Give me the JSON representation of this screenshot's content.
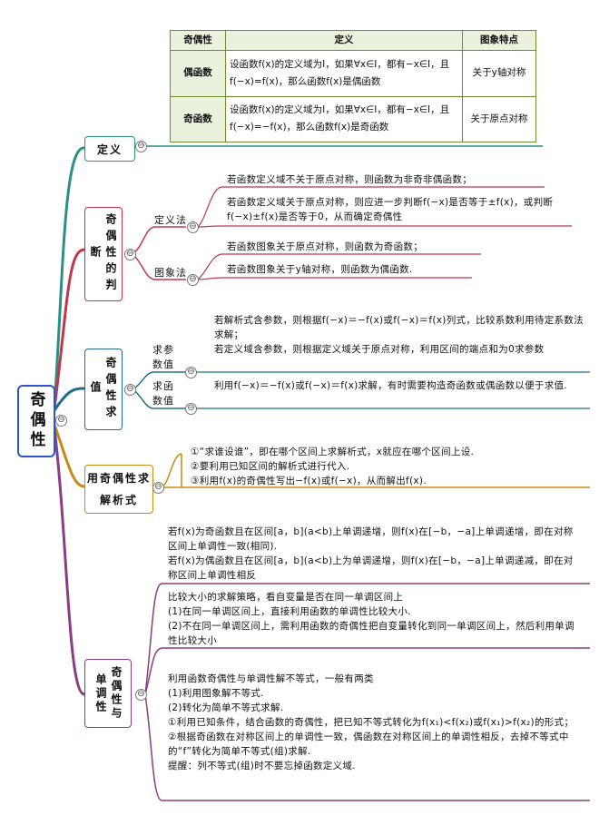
{
  "table": {
    "headers": [
      "奇偶性",
      "定义",
      "图象特点"
    ],
    "rows": [
      {
        "name": "偶函数",
        "def": "设函数f(x)的定义域为I，如果∀x∈I，都有−x∈I，且f(−x)=f(x)，那么函数f(x)是偶函数",
        "feature": "关于y轴对称"
      },
      {
        "name": "奇函数",
        "def": "设函数f(x)的定义域为I，如果∀x∈I，都有−x∈I，且f(−x)=−f(x)，那么函数f(x)是奇函数",
        "feature": "关于原点对称"
      }
    ]
  },
  "root": "奇偶性",
  "toggle_symbol": "⊖",
  "branches": {
    "definition": {
      "label": "定义"
    },
    "judgment": {
      "label": "奇偶性的判断",
      "sub1": {
        "label": "定义法",
        "text1": "若函数定义域不关于原点对称，则函数为非奇非偶函数；",
        "text2": "若函数定义域关于原点对称，则应进一步判断f(−x)是否等于±f(x)，或判断f(−x)±f(x)是否等于0，从而确定奇偶性"
      },
      "sub2": {
        "label": "图象法",
        "text1": "若函数图象关于原点对称，则函数为奇函数；",
        "text2": "若函数图象关于y轴对称，则函数为偶函数."
      }
    },
    "value": {
      "label": "奇偶性求值",
      "sub1": {
        "label": "求参数值",
        "text": "若解析式含参数，则根据f(−x)＝−f(x)或f(−x)＝f(x)列式，比较系数利用待定系数法求解；\n若定义域含参数，则根据定义域关于原点对称，利用区间的端点和为0求参数"
      },
      "sub2": {
        "label": "求函数值",
        "text": "利用f(−x)＝−f(x)或f(−x)＝f(x)求解，有时需要构造奇函数或偶函数以便于求值."
      }
    },
    "formula": {
      "label": "用奇偶性求解析式",
      "text": "①“求谁设谁”，即在哪个区间上求解析式，x就应在哪个区间上设.\n②要利用已知区间的解析式进行代入.\n③利用f(x)的奇偶性写出−f(x)或f(−x)，从而解出f(x)."
    },
    "monotonic": {
      "label": "奇偶性与单调性",
      "text1": "若f(x)为奇函数且在区间[a，b](a<b)上单调递增，则f(x)在[−b，−a]上单调递增，即在对称区间上单调性一致(相同).\n若f(x)为偶函数且在区间[a，b](a<b)上为单调递增，则f(x)在[−b，−a]上单调递减，即在对称区间上单调性相反",
      "text2": "比较大小的求解策略，看自变量是否在同一单调区间上\n(1)在同一单调区间上，直接利用函数的单调性比较大小.\n(2)不在同一单调区间上，需利用函数的奇偶性把自变量转化到同一单调区间上，然后利用单调性比较大小",
      "text3": "利用函数奇偶性与单调性解不等式，一般有两类\n(1)利用图象解不等式.\n(2)转化为简单不等式求解.\n①利用已知条件，结合函数的奇偶性，把已知不等式转化为f(x₁)<f(x₂)或f(x₁)>f(x₂)的形式；\n②根据奇函数在对称区间上的单调性一致，偶函数在对称区间上的单调性相反，去掉不等式中的“f”转化为简单不等式(组)求解.\n提醒：列不等式(组)时不要忘掉函数定义域."
    }
  },
  "colors": {
    "teal": "#2a8f86",
    "red": "#c0364a",
    "blue": "#2c56c9",
    "gold": "#c98a12",
    "purple": "#8a3d82",
    "olive": "#6f8c2e"
  }
}
